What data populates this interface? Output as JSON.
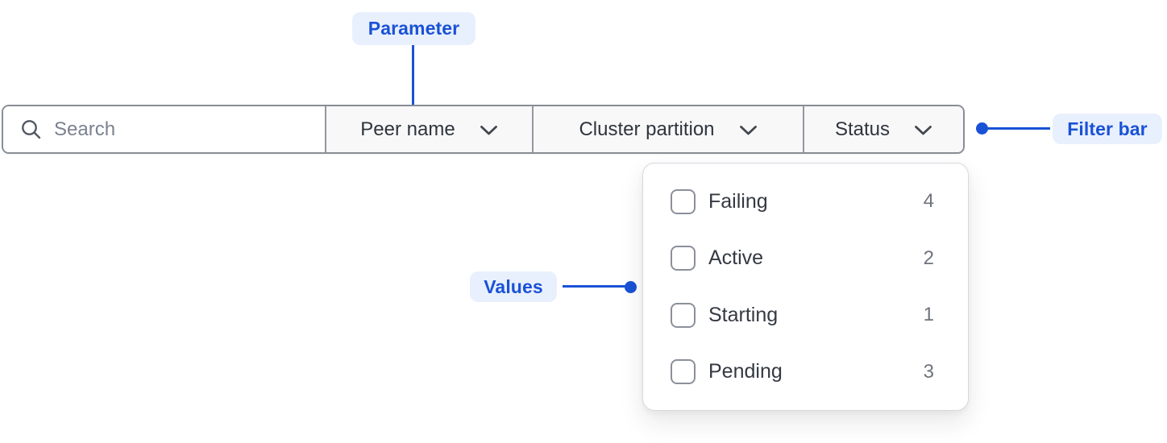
{
  "annotations": {
    "parameter": {
      "label": "Parameter"
    },
    "filter_bar": {
      "label": "Filter bar"
    },
    "values": {
      "label": "Values"
    }
  },
  "colors": {
    "annotation_blue": "#1a52d6",
    "annotation_badge_bg": "#e9f0fd",
    "bar_border": "#898d95",
    "section_bg": "#f8f8f9",
    "label_text": "#2f343d",
    "count_text": "#6e737e"
  },
  "filter_bar": {
    "search": {
      "placeholder": "Search",
      "value": ""
    },
    "dropdowns": [
      {
        "label": "Peer name"
      },
      {
        "label": "Cluster partition"
      },
      {
        "label": "Status"
      }
    ]
  },
  "status_dropdown": {
    "options": [
      {
        "label": "Failing",
        "count": "4",
        "checked": false
      },
      {
        "label": "Active",
        "count": "2",
        "checked": false
      },
      {
        "label": "Starting",
        "count": "1",
        "checked": false
      },
      {
        "label": "Pending",
        "count": "3",
        "checked": false
      }
    ]
  }
}
